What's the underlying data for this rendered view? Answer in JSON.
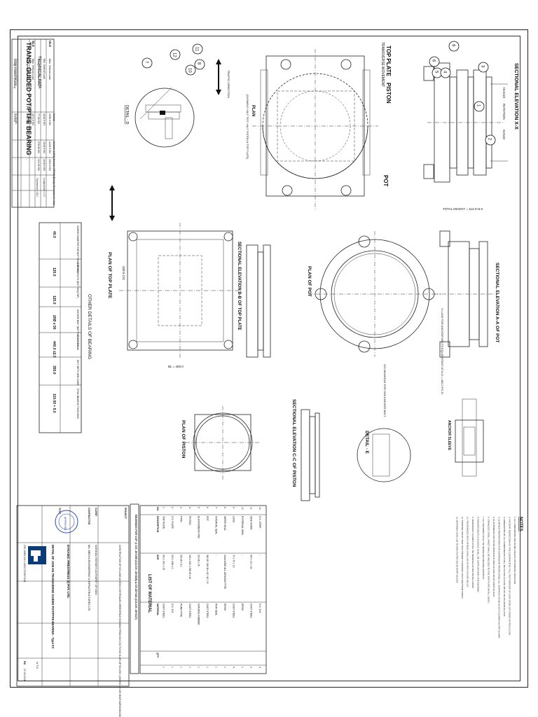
{
  "drawing": {
    "main_title": "TRANS. GUIDED POT/PTFE BEARING",
    "technical_data_title": "TECHNICAL DATA",
    "other_details_title": "OTHER DETAILS OF BEARING"
  },
  "views": {
    "sectional_xx": "SECTIONAL ELEVATION X-X",
    "top_plate": "TOP PLATE",
    "piston": "PISTON",
    "pot": "POT",
    "plan": "PLAN",
    "plan_note": "(SHOWING HALF POT, HALF PISTON & TOP PLATE)",
    "transverse": "TRANSVERSE MOVEMENT",
    "detail_d": "DETAIL - D",
    "traffic": "TRAFFIC DIRECTION",
    "rotation": "ROTATION",
    "rot_pos": "+0.0110",
    "rot_neg": "-0.0110",
    "total_height": "TOTAL HEIGHT = 112.0+5.0",
    "sectional_aa": "SECTIONAL ELEVATION A-A OF POT",
    "plan_pot": "PLAN OF POT",
    "lugs_note": "4 LUGS FOR ANCHOR BOLTS EQUIDISTANT AT A-D = 460.0 P.C.D.",
    "manhole_note": "220 MANHOLE FOR M20 ANCHOR BOLT",
    "sectional_bb": "SECTIONAL ELEVATION B-B OF TOP PLATE",
    "plan_top_plate": "PLAN OF TOP PLATE",
    "cc_330": "330.0 C/C",
    "bl": "BL = 400.0",
    "sectional_cc": "SECTIONAL ELEVATION C-C OF PISTON",
    "plan_piston": "PLAN OF PISTON",
    "detail_e": "DETAIL - E",
    "anchor_sleeve": "ANCHOR SLEEVE"
  },
  "tech_table": {
    "headers": [
      "",
      "Normal",
      "Seismic (LONG.)",
      "Seismic (TRANS.)",
      "Design Movement (in mm)"
    ],
    "rows": [
      [
        "ULS",
        "Max. Vertical Load",
        "1936.0 KN",
        "1216.0 KN",
        "1312.0 KN"
      ],
      [
        "",
        "Min. Vertical Load",
        "1048.0 KN",
        "1048.0 KN",
        "1048.0 KN"
      ],
      [
        "",
        "Design Horizontal Force",
        "77.00 KN",
        "378.00 KN",
        "124.00 KN"
      ],
      [
        "SLS",
        "Max. Vertical Load",
        "1374.0 KN",
        "-",
        "-"
      ],
      [
        "",
        "Min. Vertical Load",
        "762.0 KN",
        "-",
        "-"
      ],
      [
        "",
        "Design Horizontal Force",
        "51.00 KN",
        "-",
        "-"
      ],
      [
        "",
        "Design Rotation (Radians)",
        "± 0.015",
        "",
        ""
      ]
    ],
    "movement": [
      "Longitudinal ± 0.0",
      "Transverse ± 25.0"
    ]
  },
  "other_table": {
    "headers": [
      "SLEEVE DIAMETER FOR BOTTOM (TOP OD)",
      "SLEEVE LENGTH (BOTTOM)(TOP)",
      "",
      "ANCHOR BOLT (BOTTOM) Nos. & Φ",
      "POT PCD AxB",
      "DIST. BETN SIDE GUIDE",
      "TOTAL BEARING THICKNESS"
    ],
    "values": [
      "40.0",
      "120.0",
      "120.0",
      "20Ø x 50",
      "440.0 ±2.0",
      "350.0",
      "110.00 + 5.0"
    ]
  },
  "notes_title": "NOTES",
  "notes": [
    "1. ALL DIMENSIONS ARE IN MM UNLESS OTHERWISE SPECIFIED.",
    "2. FACTORY INSPECTION BY THE CONTRACTOR: FULL TEST REPORT OF CAST STEEL OF GRADE AS PER IS:1030.",
    "3. DIMENSIONS OF ALL COMPONENTS SHALL BE AS PER CLAUSE 926 OF IRC:83 (PART-III) 2018.",
    "4. SURFACE PREPARATION FOR CORROSION PROTECTION: ALL SURFACES TO BE BLAST CLEANED AS PER IS:9954.",
    "5. ELASTOMERIC PAD TO BE MANUFACTURED AS PER IRC:83 (PART-III) 2018.",
    "6. STAINLESS STEEL SHEET SHALL BE WELDED TO THE TOP PLATE ON ALL SIDES.",
    "7. ALL BEARINGS SHALL BE INSPECTED BEFORE DISPATCH.",
    "8. ANCHOR BOLTS & SLEEVES SHALL BE SUPPLIED WITH THE BEARING.",
    "9. TEMPORARY CLAMPS SHALL BE REMOVED AFTER INSTALLATION.",
    "10. TOLERANCES ON FLATNESS SHALL BE AS PER CLAUSE 926.3.4.",
    "11. PAINTING: EPOXY ZINC RICH PRIMER 75 MICRON, POLYURETHANE FINISH.",
    "12. BEARINGS SHALL BE TESTED AS PER IRC:83 (PART-III) 2018."
  ],
  "materials": {
    "title": "LIST OF MATERIAL",
    "headers": [
      "NO.",
      "DESCRIPTION",
      "SIZE",
      "MATERIAL",
      "QTY."
    ],
    "rows": [
      [
        "12",
        "S.S. STRIP",
        "-",
        "S.S. 304",
        "4"
      ],
      [
        "11",
        "SIDE GUIDE",
        "400 x 22 x 18",
        "CAST STEEL",
        "2"
      ],
      [
        "10",
        "EXTERNAL SEAL",
        "-",
        "EPDM",
        "1"
      ],
      [
        "9",
        "LUGS",
        "70 x 70 x 15",
        "CAST STEEL",
        "4"
      ],
      [
        "8",
        "WIPER SEAL",
        "3mm WIDE ALL AROUND PTFE",
        "EPDM",
        "1"
      ],
      [
        "7",
        "INTERNAL SEAL",
        "-",
        "PDM SEAL",
        "1"
      ],
      [
        "6",
        "POT",
        "380 Ø / 280 Ø x 62 / 42 / 20",
        "CAST STEEL",
        "1"
      ],
      [
        "5",
        "ELASTOMERIC PAD",
        "300 Ø x 24",
        "NATURAL RUBBER",
        "1"
      ],
      [
        "4",
        "PISTON",
        "340 x 340 x 298 Ø x 42",
        "CAST STEEL",
        "1"
      ],
      [
        "3",
        "PTFE",
        "290 Ø x 6.0",
        "PURE PTFE",
        "1"
      ],
      [
        "2",
        "S.S. PLATE",
        "300 x 348 x 2",
        "S.S. 304",
        "1"
      ],
      [
        "1",
        "TOP PLATE",
        "400 x 400 x 25",
        "CAST STEEL",
        "1"
      ]
    ]
  },
  "title_block": {
    "bearing_ref": "BEARINGS FOR VUP @ CH. 26+295 (CA:CH. 26+228) & CH.26+421 (CA:CH. 26+417)",
    "project_label": "PROJECT",
    "project": "CONSTRUCTION OF SIX LANE ACCESS CONTROLLED GREENFIELD HIGHWAY FROM KM 0.000 TO KM 31.250 OF NH-150C (JOINING NH-150 NEAR KARNATAKA BORDER)",
    "client_label": "CLIENT",
    "client": "NATIONAL HIGHWAYS AUTHORITY OF INDIA",
    "contractor_label": "CONTRACTOR",
    "contractor": "M/s. MEGHA ENGINEERING & INFRASTRUCTURES LTD.",
    "manufacturer": "DYNAMIC PRESTRESS (I) PVT. LTD.",
    "title_label": "TITLE",
    "title": "DETAIL OF 1936 KN TRANSVERSE GUIDED POT/PTFE BEARING - Type F3",
    "scale": "N.T.S",
    "drawing_no": "DPL/MEIL/NH-150C/TGB/F3/01",
    "rev": "R0",
    "date": "27-05-2024",
    "approval_stamp": "APPROVED"
  },
  "callouts": [
    "1",
    "2",
    "3",
    "4",
    "5",
    "6",
    "7",
    "8",
    "9",
    "10",
    "11",
    "12"
  ]
}
